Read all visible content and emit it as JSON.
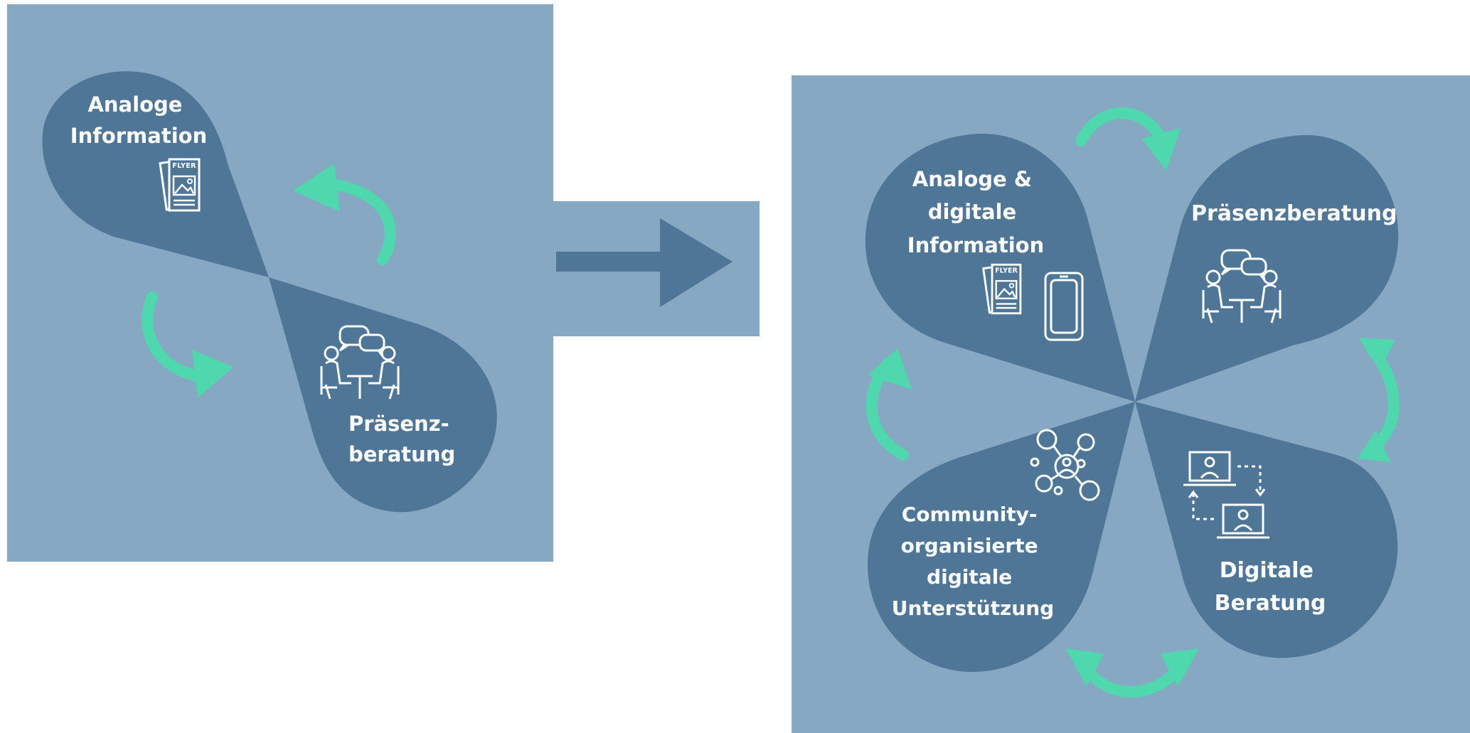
{
  "colors": {
    "panel": "#86a8c3",
    "petal": "#4f7597",
    "arrow_teal": "#4fd7ad",
    "icon_line": "#ffffff"
  },
  "before": {
    "petal_top_label": [
      "Analoge",
      "Information"
    ],
    "petal_bottom_label": [
      "Präsenz-",
      "beratung"
    ],
    "flyer_text": "FLYER"
  },
  "after": {
    "petal_top_left_label": [
      "Analoge &",
      "digitale",
      "Information"
    ],
    "petal_top_right_label": [
      "Präsenzberatung"
    ],
    "petal_bottom_right_label": [
      "Digitale",
      "Beratung"
    ],
    "petal_bottom_left_label": [
      "Community-",
      "organisierte",
      "digitale",
      "Unterstützung"
    ],
    "flyer_text": "FLYER"
  },
  "icons": {
    "transition": "right-arrow-icon",
    "flyer": "flyer-icon",
    "phone": "smartphone-icon",
    "consultation": "consultation-icon",
    "laptops": "video-call-icon",
    "community": "community-network-icon"
  }
}
